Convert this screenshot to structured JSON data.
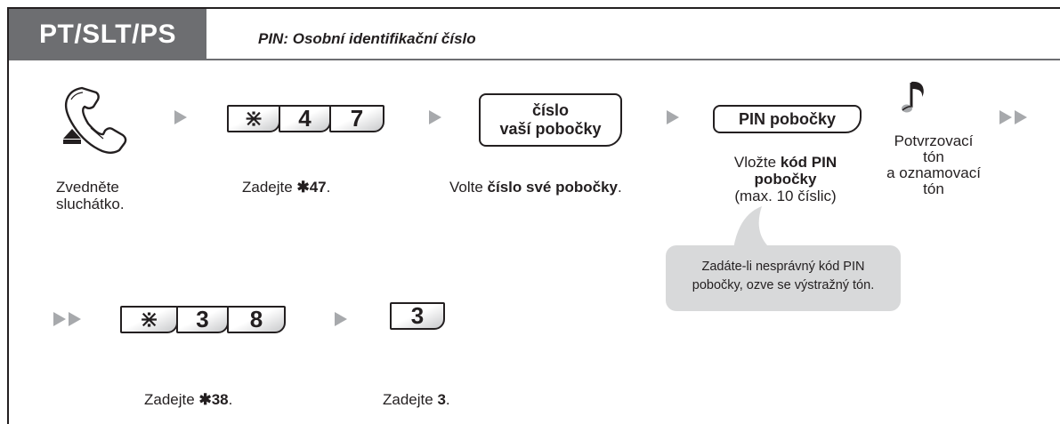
{
  "header": {
    "tab_label": "PT/SLT/PS",
    "subtitle": "PIN: Osobní identifikační číslo"
  },
  "row1": {
    "step1": {
      "icon": "handset-off-hook-icon",
      "caption_line1": "Zvedněte",
      "caption_line2": "sluchátko."
    },
    "step2": {
      "keys": [
        "⋇",
        "4",
        "7"
      ],
      "caption_prefix": "Zadejte ",
      "caption_star": "✱",
      "caption_bold": "47",
      "caption_suffix": "."
    },
    "step3": {
      "key_line1": "číslo",
      "key_line2": "vaší pobočky",
      "caption_prefix": "Volte ",
      "caption_bold": "číslo své pobočky",
      "caption_suffix": "."
    },
    "step4": {
      "key_label": "PIN pobočky",
      "caption_prefix": "Vložte ",
      "caption_bold1": "kód PIN",
      "caption_bold2": "pobočky",
      "caption_line3": "(max. 10 číslic)"
    },
    "step5": {
      "icon": "music-note-icon",
      "line1": "Potvrzovací",
      "line2": "tón",
      "line3": "a oznamovací",
      "line4": "tón"
    }
  },
  "bubble": {
    "line1": "Zadáte-li nesprávný kód PIN",
    "line2": "pobočky, ozve se výstražný tón."
  },
  "row2": {
    "step1": {
      "keys": [
        "⋇",
        "3",
        "8"
      ],
      "caption_prefix": "Zadejte ",
      "caption_star": "✱",
      "caption_bold": "38",
      "caption_suffix": "."
    },
    "step2": {
      "key_label": "3",
      "caption_prefix": "Zadejte ",
      "caption_bold": "3",
      "caption_suffix": "."
    }
  },
  "colors": {
    "header_bg": "#6d6e71",
    "arrow": "#a7a9ac",
    "bubble_bg": "#d8d9da",
    "ink": "#231f20"
  }
}
